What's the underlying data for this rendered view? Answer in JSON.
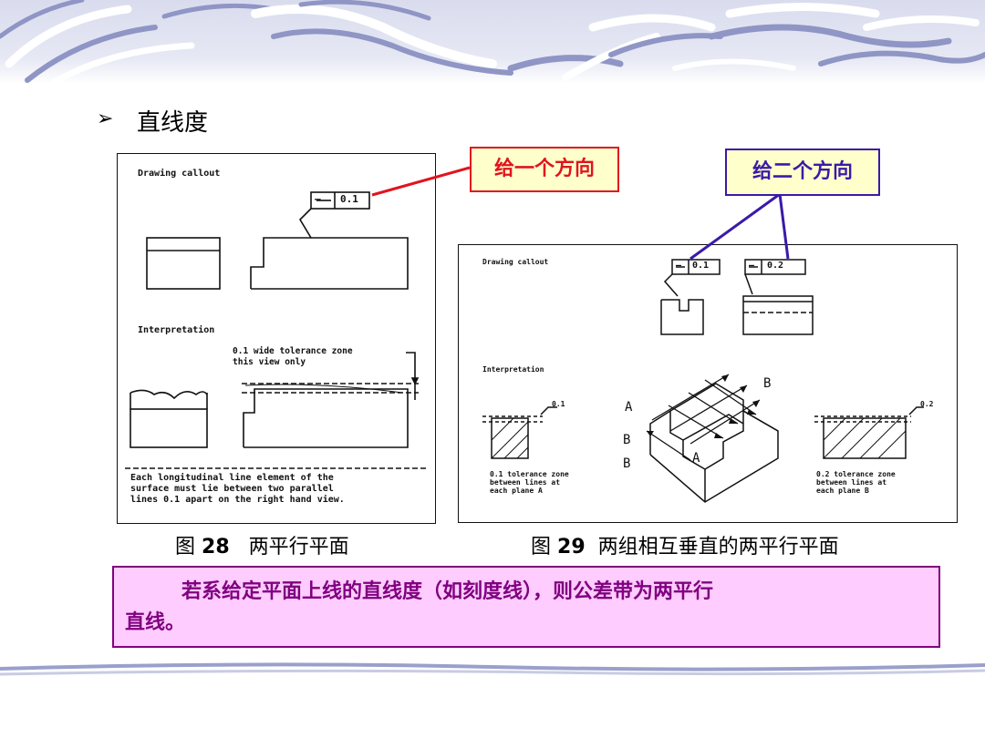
{
  "slide": {
    "heading": "直线度",
    "bullet_symbol": "➢"
  },
  "callouts": {
    "one_direction": "给一个方向",
    "two_directions": "给二个方向"
  },
  "figure28": {
    "drawing_callout": "Drawing callout",
    "tolerance_symbol": "—",
    "tolerance_value": "0.1",
    "interpretation": "Interpretation",
    "zone_note_1": "0.1 wide tolerance zone",
    "zone_note_2": "this view only",
    "bottom_note_1": "Each longitudinal line element of the",
    "bottom_note_2": "surface must lie between two parallel",
    "bottom_note_3": "lines 0.1 apart on the right hand view.",
    "caption_prefix": "图",
    "caption_number": "28",
    "caption_text": "两平行平面"
  },
  "figure29": {
    "drawing_callout": "Drawing callout",
    "tolerance_symbol": "—",
    "tolerance_value_a": "0.1",
    "tolerance_value_b": "0.2",
    "interpretation": "Interpretation",
    "dim_a": "0.1",
    "dim_b": "0.2",
    "label_a": "A",
    "label_b": "B",
    "note_a_1": "0.1 tolerance zone",
    "note_a_2": "between lines at",
    "note_a_3": "each plane A",
    "note_b_1": "0.2 tolerance zone",
    "note_b_2": "between lines at",
    "note_b_3": "each plane B",
    "caption_prefix": "图",
    "caption_number": "29",
    "caption_text": "两组相互垂直的两平行平面"
  },
  "note": {
    "line1": "若系给定平面上线的直线度（如刻度线），则公差带为两平行",
    "line2": "直线。"
  },
  "colors": {
    "red_callout": "#e0141e",
    "blue_callout": "#3a1aa8",
    "note_text": "#800080",
    "note_bg": "#ffccff",
    "callout_bg": "#ffffcc"
  }
}
